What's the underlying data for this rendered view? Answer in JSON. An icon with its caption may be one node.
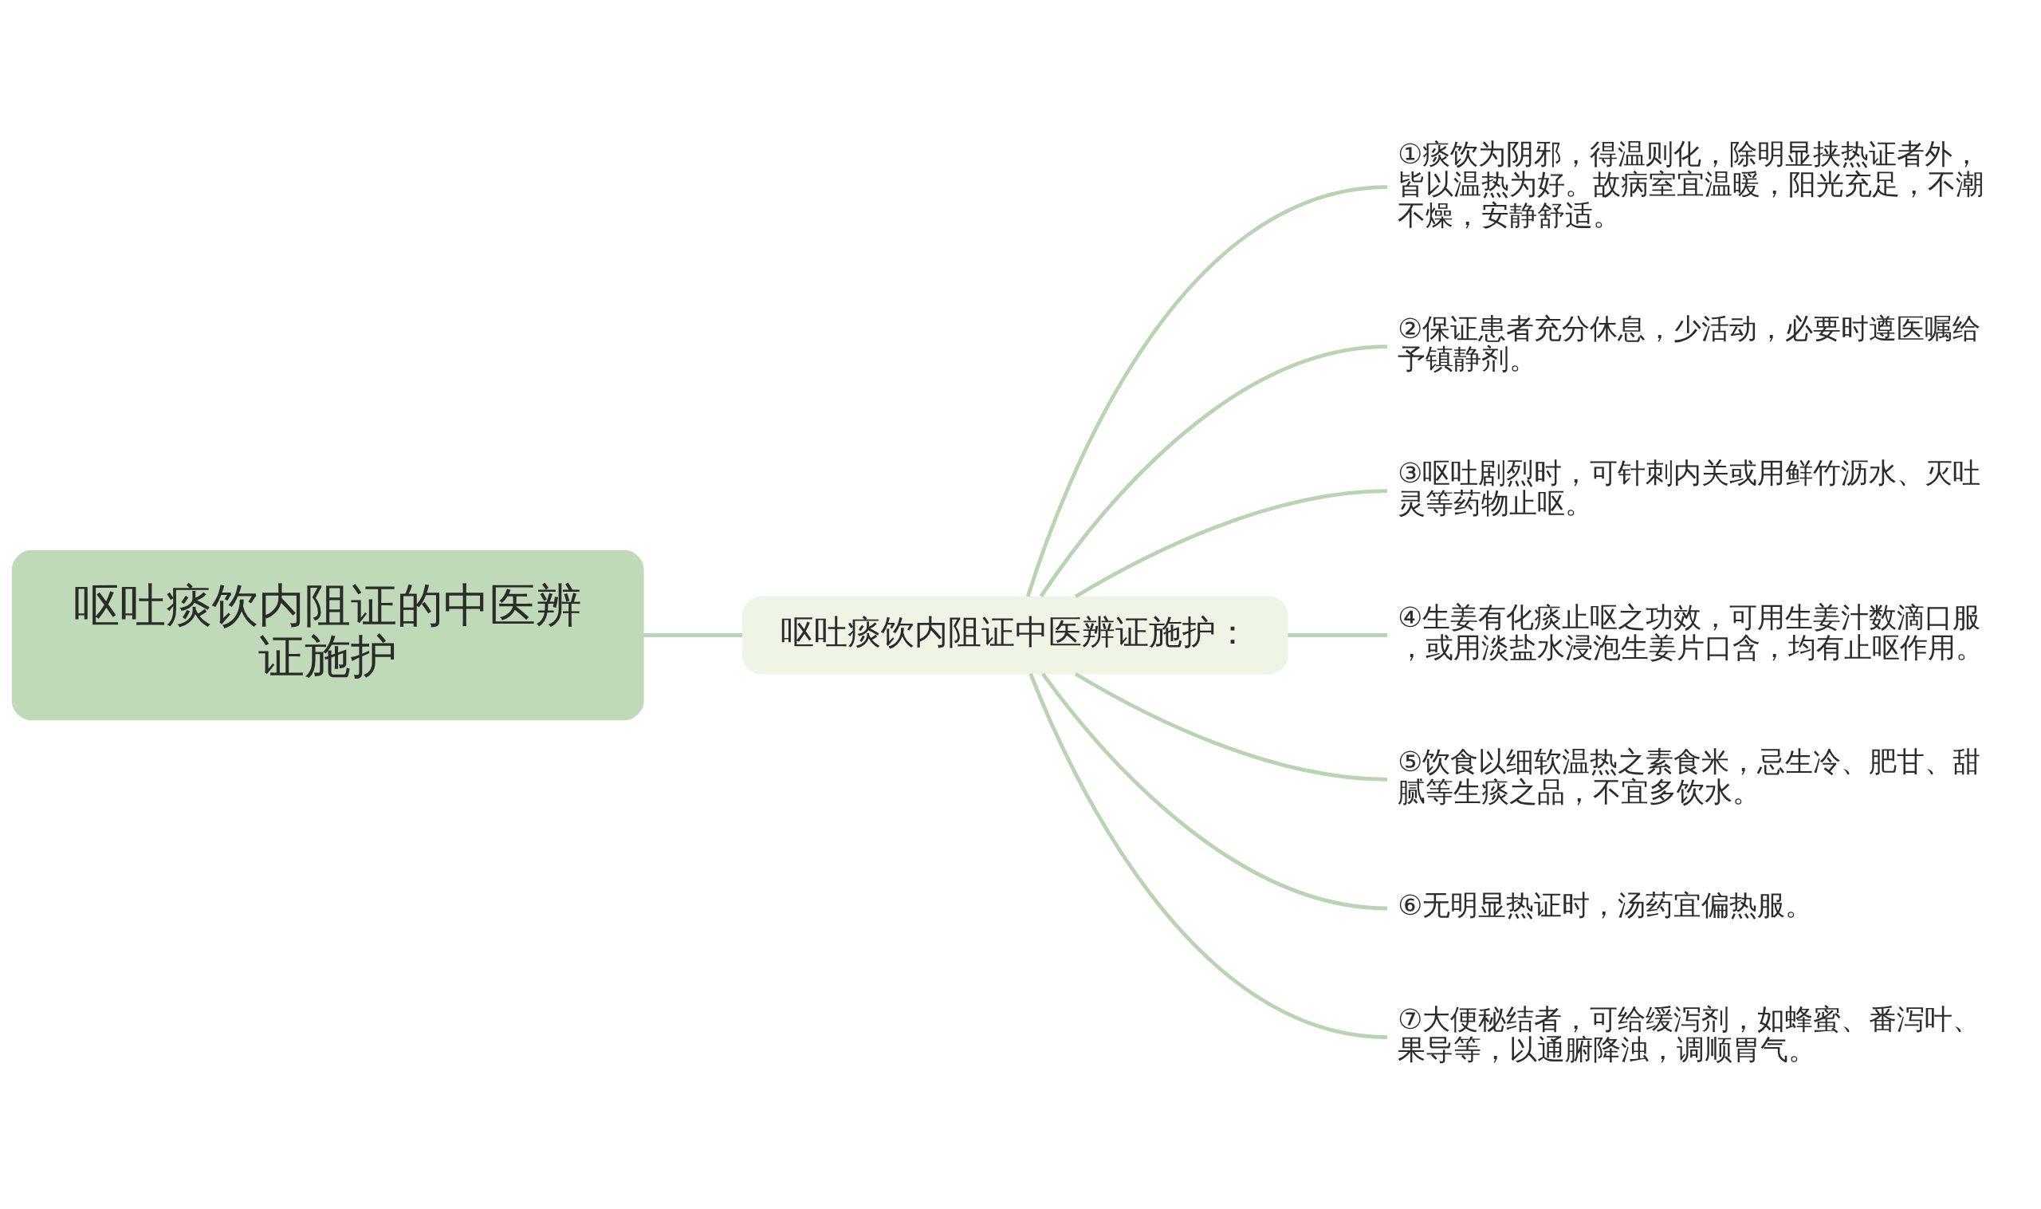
{
  "diagram": {
    "nodes": [
      {
        "text": [
          "呕吐痰饮内阻证的中医辨证施护"
        ]
      },
      {
        "text": [
          "呕吐痰饮内阻证中医辨证施护："
        ]
      },
      {
        "text": [
          "①痰饮为阴邪，得温则化，除明显挟热证者外，皆以温热为好。故病室宜温暖，阳光充足，不潮不燥，安静舒适。"
        ]
      },
      {
        "text": [
          "②保证患者充分休息，少活动，必要时遵医嘱给予镇静剂。"
        ]
      },
      {
        "text": [
          "③呕吐剧烈时，可针刺内关或用鲜竹沥水、灭吐灵等药物止呕。"
        ]
      },
      {
        "text": [
          "④生姜有化痰止呕之功效，可用生姜汁数滴口服，或用淡盐水浸泡生姜片口含，均有止呕作用。"
        ]
      },
      {
        "text": [
          "⑤饮食以细软温热之素食米，忌生冷、肥甘、甜腻等生痰之品，不宜多饮水。"
        ]
      },
      {
        "text": [
          "⑥无明显热证时，汤药宜偏热服。"
        ]
      },
      {
        "text": [
          "⑦大便秘结者，可给缓泻剂，如蜂蜜、番泻叶、果导等，以通腑降浊，调顺胃气。"
        ]
      }
    ],
    "edges": [
      {
        "from": 0,
        "to": 1,
        "arrow": "none"
      },
      {
        "from": 1,
        "to": 2,
        "arrow": "none"
      },
      {
        "from": 1,
        "to": 3,
        "arrow": "none"
      },
      {
        "from": 1,
        "to": 4,
        "arrow": "none"
      },
      {
        "from": 1,
        "to": 5,
        "arrow": "none"
      },
      {
        "from": 1,
        "to": 6,
        "arrow": "none"
      },
      {
        "from": 1,
        "to": 7,
        "arrow": "none"
      },
      {
        "from": 1,
        "to": 8,
        "arrow": "none"
      }
    ]
  }
}
